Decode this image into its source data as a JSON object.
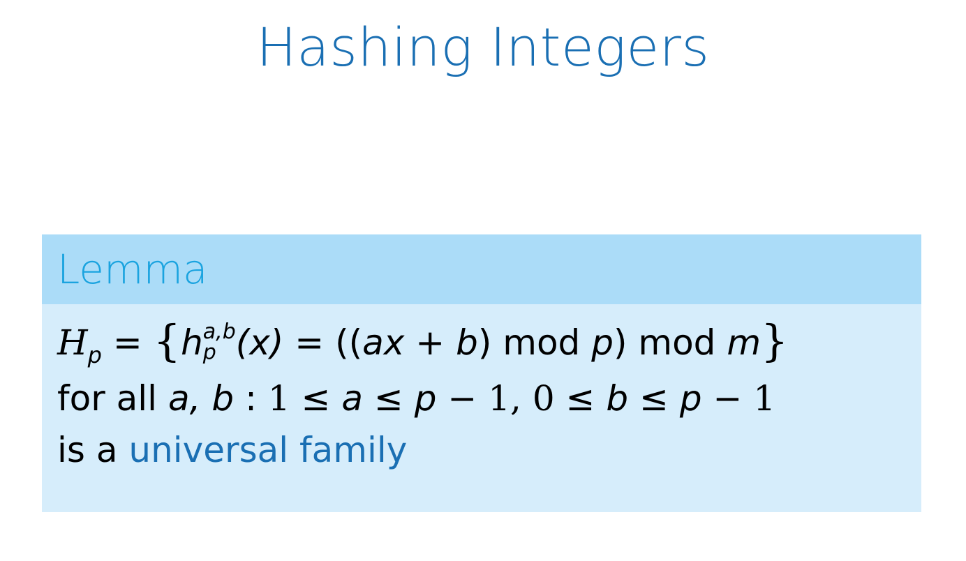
{
  "slide": {
    "title": "Hashing Integers"
  },
  "lemma": {
    "header": "Lemma",
    "line1": {
      "H": "H",
      "H_sub": "p",
      "eq": "=",
      "open_brace": "{",
      "h": "h",
      "h_sup": "a,b",
      "h_sub": "p",
      "arg": "(x)",
      "eq2": "=",
      "expr_open": "((",
      "ax": "ax",
      "plus": "+",
      "b": "b",
      "close1": ")",
      "mod1": "mod",
      "p": "p",
      "close2": ")",
      "mod2": "mod",
      "m": "m",
      "close_brace": "}"
    },
    "line2": {
      "prefix": "for all",
      "vars": "a, b",
      "colon": ":",
      "cond1_lo": "1",
      "le1": "≤",
      "cond1_var": "a",
      "le2": "≤",
      "cond1_hi": "p",
      "minus1": "−",
      "one1": "1,",
      "cond2_lo": "0",
      "le3": "≤",
      "cond2_var": "b",
      "le4": "≤",
      "cond2_hi": "p",
      "minus2": "−",
      "one2": "1"
    },
    "line3": {
      "prefix": "is a",
      "link": "universal family"
    }
  },
  "colors": {
    "title": "#1a6fb3",
    "block_header_bg": "#abdcf8",
    "block_body_bg": "#d6edfb",
    "block_header_text": "#1aa3df",
    "link": "#1a6fb3"
  }
}
